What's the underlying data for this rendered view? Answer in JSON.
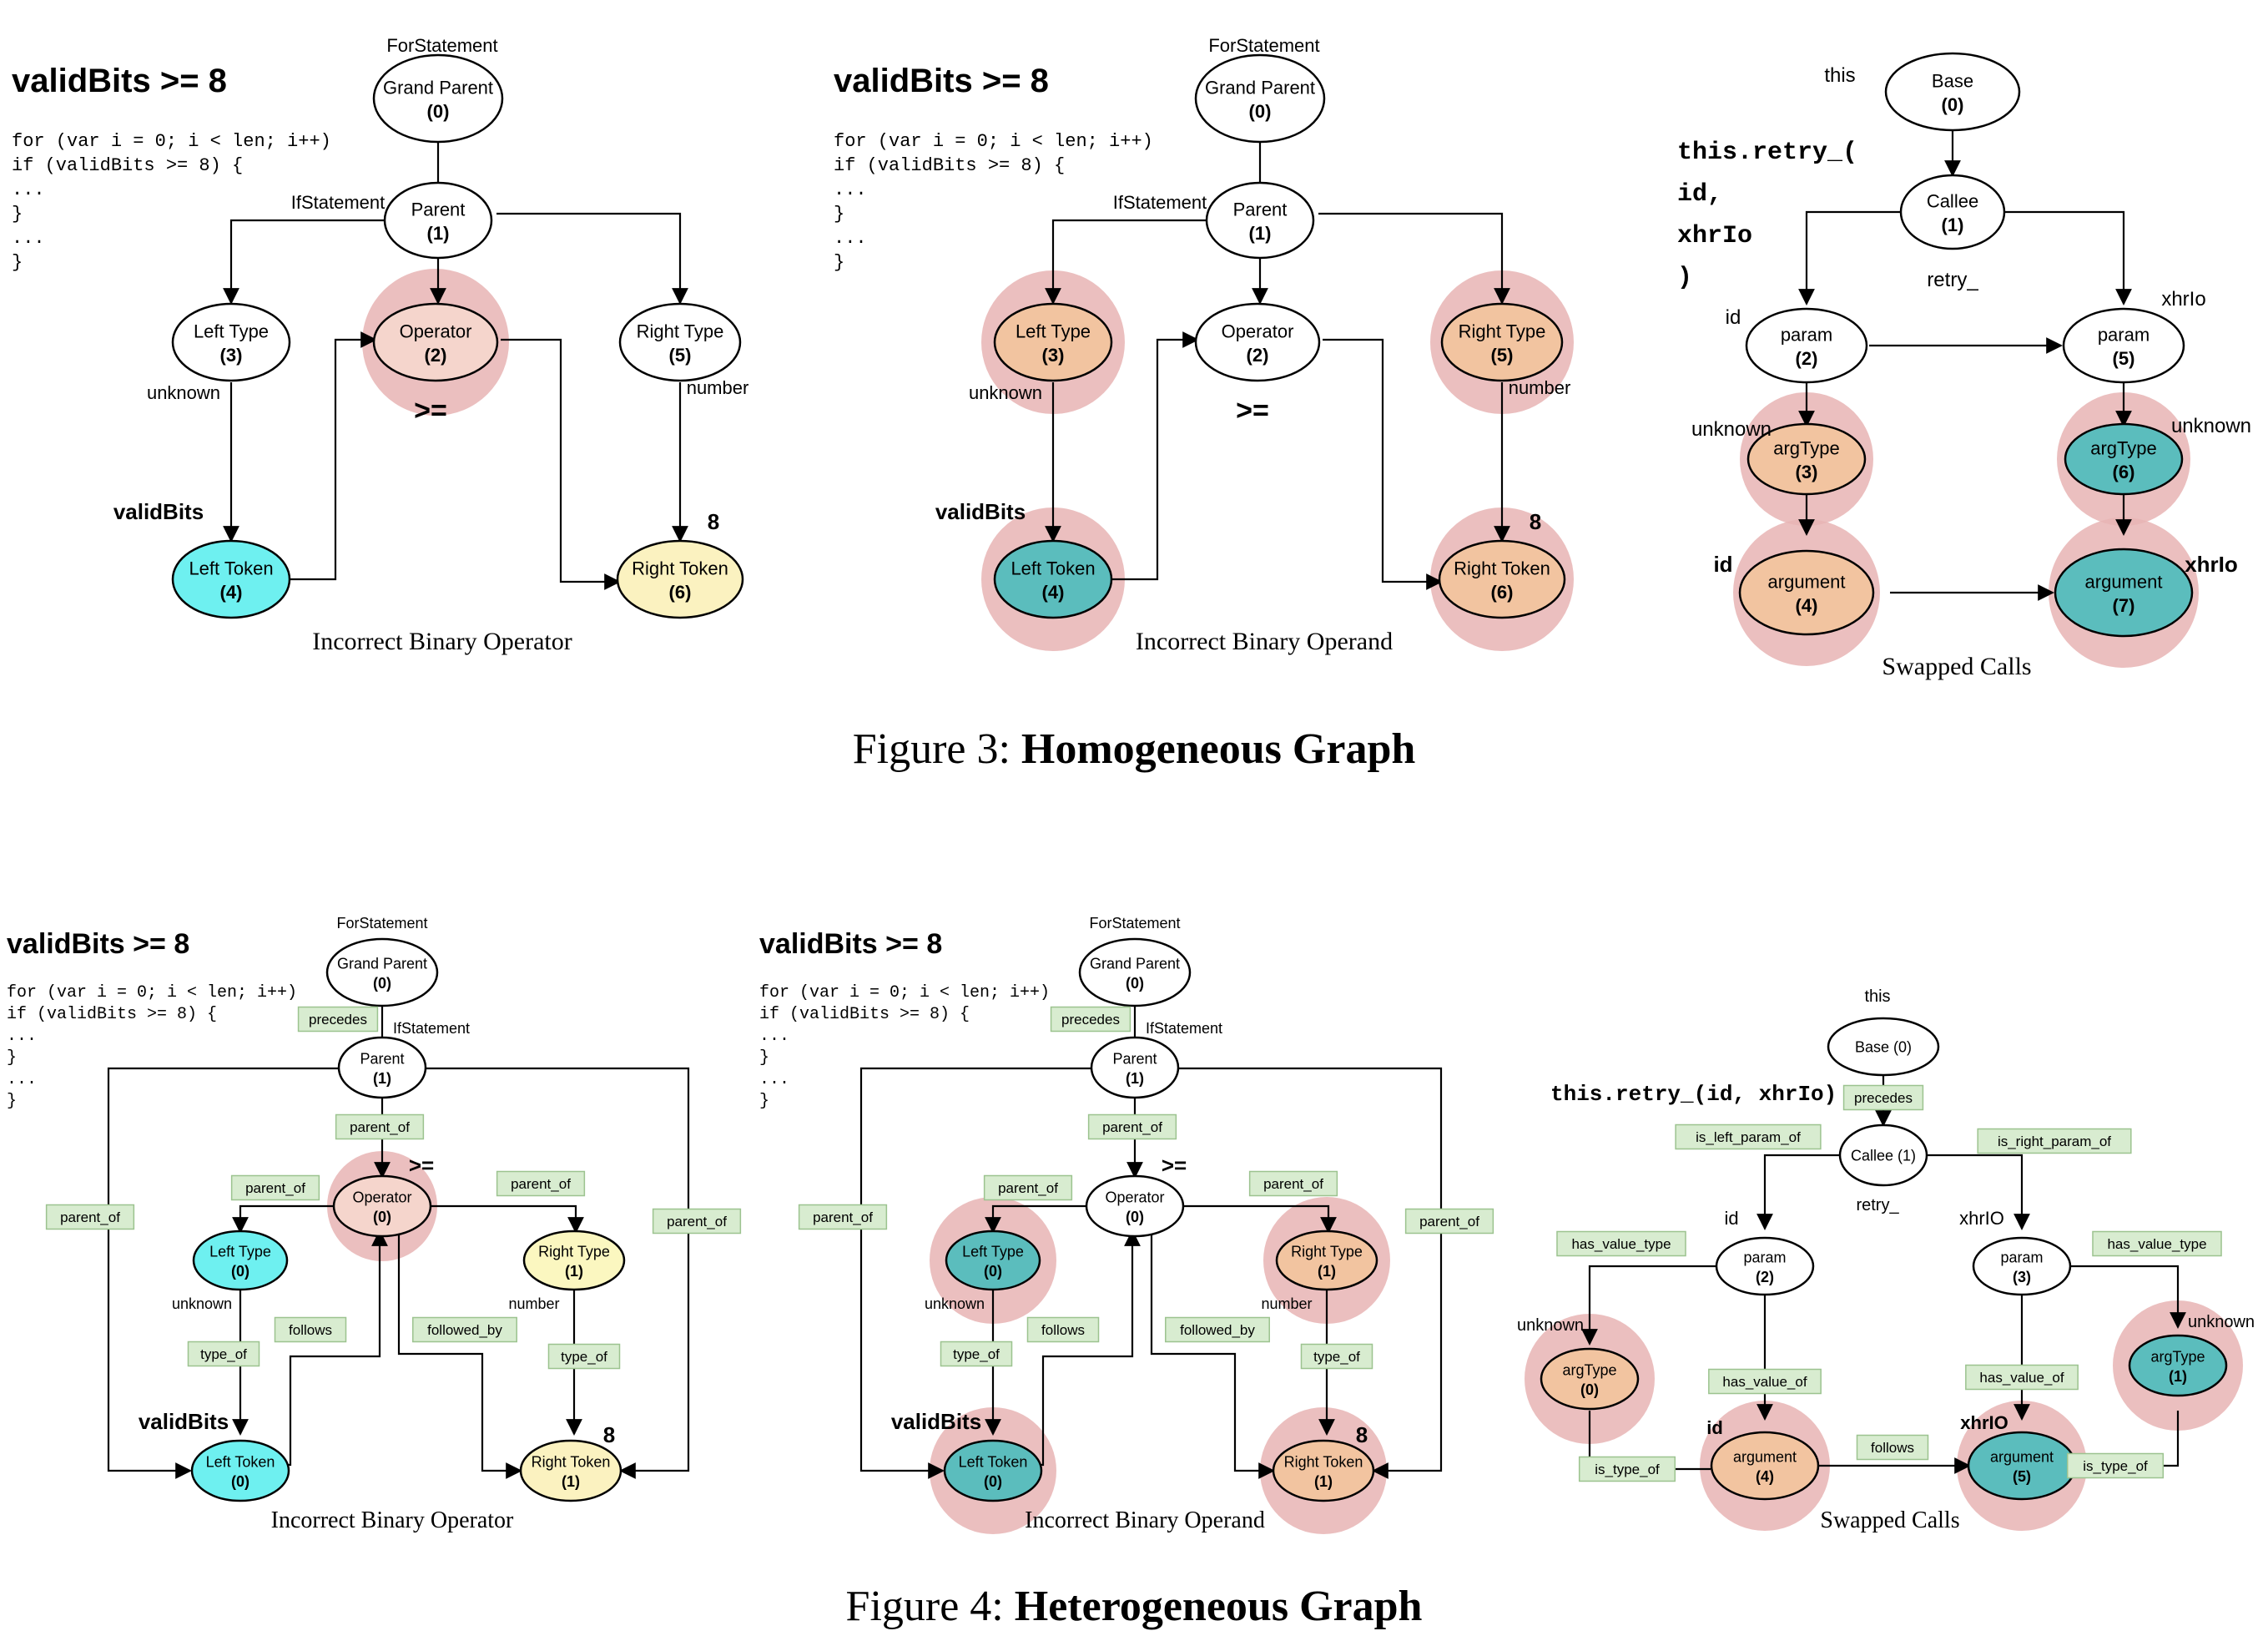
{
  "figure3": {
    "caption_prefix": "Figure 3: ",
    "caption_title": "Homogeneous Graph",
    "panels": [
      {
        "id": "f3a",
        "heading": "validBits >= 8",
        "code": [
          "for (var i = 0; i < len; i++)",
          " if (validBits >= 8) {",
          "   ...",
          " }",
          "...",
          "}"
        ],
        "subcaption": "Incorrect Binary Operator",
        "nodes": [
          {
            "id": "gp",
            "label": "Grand Parent",
            "num": "(0)",
            "fill": "#ffffff"
          },
          {
            "id": "p",
            "label": "Parent",
            "num": "(1)",
            "fill": "#ffffff"
          },
          {
            "id": "op",
            "label": "Operator",
            "num": "(2)",
            "fill": "#f5d5cc",
            "halo": true
          },
          {
            "id": "lt",
            "label": "Left Type",
            "num": "(3)",
            "fill": "#ffffff"
          },
          {
            "id": "ltk",
            "label": "Left Token",
            "num": "(4)",
            "fill": "#6ef0f0"
          },
          {
            "id": "rt",
            "label": "Right Type",
            "num": "(5)",
            "fill": "#ffffff"
          },
          {
            "id": "rtk",
            "label": "Right Token",
            "num": "(6)",
            "fill": "#fbf2c0"
          }
        ],
        "labels": [
          "ForStatement",
          "IfStatement",
          "unknown",
          "validBits",
          ">=",
          "number",
          "8"
        ]
      },
      {
        "id": "f3b",
        "heading": "validBits >= 8",
        "code": [
          "for (var i = 0; i < len; i++)",
          " if (validBits >= 8) {",
          "   ...",
          " }",
          "...",
          "}"
        ],
        "subcaption": "Incorrect Binary Operand",
        "nodes": [
          {
            "id": "gp",
            "label": "Grand Parent",
            "num": "(0)",
            "fill": "#ffffff"
          },
          {
            "id": "p",
            "label": "Parent",
            "num": "(1)",
            "fill": "#ffffff"
          },
          {
            "id": "op",
            "label": "Operator",
            "num": "(2)",
            "fill": "#ffffff"
          },
          {
            "id": "lt",
            "label": "Left Type",
            "num": "(3)",
            "fill": "#f2c4a0",
            "halo": true
          },
          {
            "id": "ltk",
            "label": "Left Token",
            "num": "(4)",
            "fill": "#5bbdbd",
            "halo": true
          },
          {
            "id": "rt",
            "label": "Right Type",
            "num": "(5)",
            "fill": "#f2c4a0",
            "halo": true
          },
          {
            "id": "rtk",
            "label": "Right Token",
            "num": "(6)",
            "fill": "#f2c4a0",
            "halo": true
          }
        ],
        "labels": [
          "ForStatement",
          "IfStatement",
          "unknown",
          "validBits",
          ">=",
          "number",
          "8"
        ]
      },
      {
        "id": "f3c",
        "code": [
          "this.retry_(",
          "  id,",
          "  xhrIo",
          ")"
        ],
        "subcaption": "Swapped Calls",
        "nodes": [
          {
            "id": "base",
            "label": "Base",
            "num": "(0)",
            "fill": "#ffffff"
          },
          {
            "id": "callee",
            "label": "Callee",
            "num": "(1)",
            "fill": "#ffffff"
          },
          {
            "id": "p2",
            "label": "param",
            "num": "(2)",
            "fill": "#ffffff"
          },
          {
            "id": "p5",
            "label": "param",
            "num": "(5)",
            "fill": "#ffffff"
          },
          {
            "id": "at3",
            "label": "argType",
            "num": "(3)",
            "fill": "#f2c4a0",
            "halo": true
          },
          {
            "id": "at6",
            "label": "argType",
            "num": "(6)",
            "fill": "#5bbdbd",
            "halo": true
          },
          {
            "id": "a4",
            "label": "argument",
            "num": "(4)",
            "fill": "#f2c4a0",
            "halo": true
          },
          {
            "id": "a7",
            "label": "argument",
            "num": "(7)",
            "fill": "#5bbdbd",
            "halo": true
          }
        ],
        "labels": [
          "this",
          "retry_",
          "id",
          "xhrIo",
          "unknown",
          "unknown",
          "id",
          "xhrIo"
        ]
      }
    ]
  },
  "figure4": {
    "caption_prefix": "Figure 4: ",
    "caption_title": "Heterogeneous Graph",
    "panels": [
      {
        "id": "f4a",
        "heading": "validBits >= 8",
        "code": [
          "for (var i = 0; i < len; i++)",
          " if (validBits >= 8) {",
          "   ...",
          " }",
          "...",
          "}"
        ],
        "subcaption": "Incorrect Binary Operator",
        "nodes": [
          {
            "id": "gp",
            "label": "Grand Parent",
            "num": "(0)",
            "fill": "#ffffff"
          },
          {
            "id": "p",
            "label": "Parent",
            "num": "(1)",
            "fill": "#ffffff"
          },
          {
            "id": "op",
            "label": "Operator",
            "num": "(0)",
            "fill": "#f5d5cc",
            "halo": true
          },
          {
            "id": "lt",
            "label": "Left Type",
            "num": "(0)",
            "fill": "#6ef0f0"
          },
          {
            "id": "rt",
            "label": "Right Type",
            "num": "(1)",
            "fill": "#fbf7c0"
          },
          {
            "id": "ltk",
            "label": "Left Token",
            "num": "(0)",
            "fill": "#6ef0f0"
          },
          {
            "id": "rtk",
            "label": "Right Token",
            "num": "(1)",
            "fill": "#fbf2c0"
          }
        ],
        "edge_labels": [
          "precedes",
          "parent_of",
          "parent_of",
          "parent_of",
          "parent_of",
          "parent_of",
          "follows",
          "followed_by",
          "type_of",
          "type_of"
        ],
        "labels": [
          "ForStatement",
          "IfStatement",
          ">=",
          "unknown",
          "number",
          "validBits",
          "8"
        ]
      },
      {
        "id": "f4b",
        "heading": "validBits >= 8",
        "code": [
          "for (var i = 0; i < len; i++)",
          " if (validBits >= 8) {",
          "   ...",
          " }",
          "...",
          "}"
        ],
        "subcaption": "Incorrect Binary Operand",
        "nodes": [
          {
            "id": "gp",
            "label": "Grand Parent",
            "num": "(0)",
            "fill": "#ffffff"
          },
          {
            "id": "p",
            "label": "Parent",
            "num": "(1)",
            "fill": "#ffffff"
          },
          {
            "id": "op",
            "label": "Operator",
            "num": "(0)",
            "fill": "#ffffff"
          },
          {
            "id": "lt",
            "label": "Left Type",
            "num": "(0)",
            "fill": "#5bbdbd",
            "halo": true
          },
          {
            "id": "rt",
            "label": "Right Type",
            "num": "(1)",
            "fill": "#f2c4a0",
            "halo": true
          },
          {
            "id": "ltk",
            "label": "Left Token",
            "num": "(0)",
            "fill": "#5bbdbd",
            "halo": true
          },
          {
            "id": "rtk",
            "label": "Right Token",
            "num": "(1)",
            "fill": "#f2c4a0",
            "halo": true
          }
        ],
        "edge_labels": [
          "precedes",
          "parent_of",
          "parent_of",
          "parent_of",
          "parent_of",
          "parent_of",
          "follows",
          "followed_by",
          "type_of",
          "type_of"
        ],
        "labels": [
          "ForStatement",
          "IfStatement",
          ">=",
          "unknown",
          "number",
          "validBits",
          "8"
        ]
      },
      {
        "id": "f4c",
        "code": [
          "this.retry_(id, xhrIo)"
        ],
        "subcaption": "Swapped Calls",
        "nodes": [
          {
            "id": "base",
            "label": "Base",
            "num": "(0)",
            "fill": "#ffffff"
          },
          {
            "id": "callee",
            "label": "Callee",
            "num": "(1)",
            "fill": "#ffffff"
          },
          {
            "id": "p2",
            "label": "param",
            "num": "(2)",
            "fill": "#ffffff"
          },
          {
            "id": "p3",
            "label": "param",
            "num": "(3)",
            "fill": "#ffffff"
          },
          {
            "id": "at0",
            "label": "argType",
            "num": "(0)",
            "fill": "#f2c4a0",
            "halo": true
          },
          {
            "id": "a4",
            "label": "argument",
            "num": "(4)",
            "fill": "#f2c4a0",
            "halo": true
          },
          {
            "id": "a5",
            "label": "argument",
            "num": "(5)",
            "fill": "#5bbdbd",
            "halo": true
          },
          {
            "id": "at1",
            "label": "argType",
            "num": "(1)",
            "fill": "#5bbdbd",
            "halo": true
          }
        ],
        "edge_labels": [
          "precedes",
          "is_left_param_of",
          "is_right_param_of",
          "has_value_type",
          "has_value_type",
          "has_value_of",
          "has_value_of",
          "is_type_of",
          "is_type_of",
          "follows"
        ],
        "labels": [
          "this",
          "retry_",
          "id",
          "xhrIO",
          "unknown",
          "unknown",
          "id",
          "xhrIO"
        ]
      }
    ]
  },
  "colors": {
    "halo": "#e8b4b4",
    "edge_label_fill": "#d8ecd0",
    "edge_label_stroke": "#9cc38f",
    "stroke": "#000000"
  }
}
